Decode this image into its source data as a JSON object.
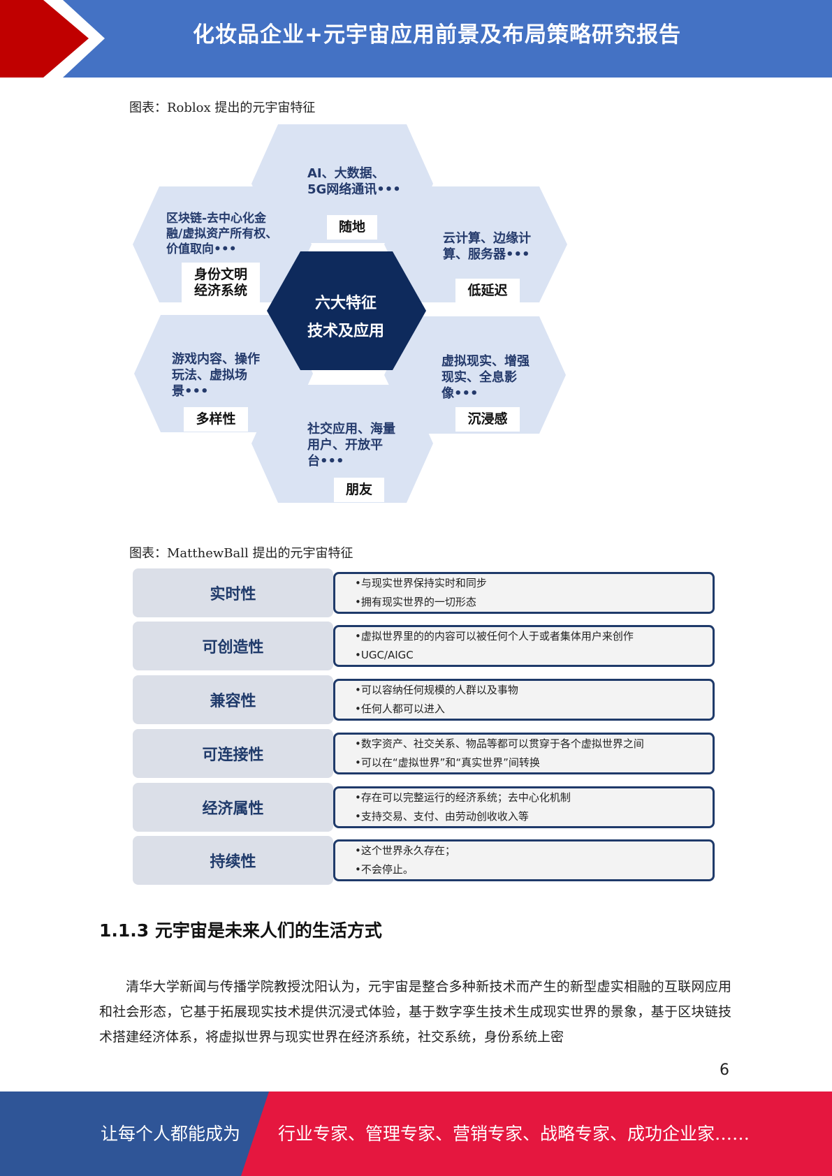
{
  "header": {
    "title": "化妆品企业+元宇宙应用前景及布局策略研究报告"
  },
  "figure1": {
    "caption": "图表：Roblox 提出的元宇宙特征",
    "center": {
      "line1": "六大特征",
      "line2": "技术及应用"
    },
    "hexes": [
      {
        "text": [
          "AI、大数据、",
          "5G网络通讯•••"
        ],
        "tag": [
          "随地"
        ]
      },
      {
        "text": [
          "云计算、边缘计",
          "算、服务器•••"
        ],
        "tag": [
          "低延迟"
        ]
      },
      {
        "text": [
          "虚拟现实、增强",
          "现实、全息影",
          "像•••"
        ],
        "tag": [
          "沉浸感"
        ]
      },
      {
        "text": [
          "社交应用、海量",
          "用户、开放平",
          "台•••"
        ],
        "tag": [
          "朋友"
        ]
      },
      {
        "text": [
          "游戏内容、操作",
          "玩法、虚拟场",
          "景•••"
        ],
        "tag": [
          "多样性"
        ]
      },
      {
        "text": [
          "区块链-去中心化金",
          "融/虚拟资产所有权、",
          "价值取向•••"
        ],
        "tag": [
          "身份文明",
          "经济系统"
        ]
      }
    ]
  },
  "figure2": {
    "caption": "图表：MatthewBall 提出的元宇宙特征",
    "rows": [
      {
        "name": "实时性",
        "lines": [
          "•与现实世界保持实时和同步",
          "•拥有现实世界的一切形态"
        ]
      },
      {
        "name": "可创造性",
        "lines": [
          "•虚拟世界里的的内容可以被任何个人于或者集体用户来创作",
          "•UGC/AIGC"
        ]
      },
      {
        "name": "兼容性",
        "lines": [
          "•可以容纳任何规模的人群以及事物",
          "•任何人都可以进入"
        ]
      },
      {
        "name": "可连接性",
        "lines": [
          "•数字资产、社交关系、物品等都可以贯穿于各个虚拟世界之间",
          "•可以在“虚拟世界”和“真实世界”间转换"
        ]
      },
      {
        "name": "经济属性",
        "lines": [
          "•存在可以完整运行的经济系统；去中心化机制",
          "•支持交易、支付、由劳动创收收入等"
        ]
      },
      {
        "name": "持续性",
        "lines": [
          "•这个世界永久存在；",
          "•不会停止。"
        ]
      }
    ]
  },
  "section": {
    "title": "1.1.3 元宇宙是未来人们的生活方式",
    "paragraph": "清华大学新闻与传播学院教授沈阳认为，元宇宙是整合多种新技术而产生的新型虚实相融的互联网应用和社会形态，它基于拓展现实技术提供沉浸式体验，基于数字孪生技术生成现实世界的景象，基于区块链技术搭建经济体系，将虚拟世界与现实世界在经济系统，社交系统，身份系统上密"
  },
  "page_number": "6",
  "footer": {
    "left": "让每个人都能成为",
    "right": "行业专家、管理专家、营销专家、战略专家、成功企业家……"
  },
  "colors": {
    "header_blue": "#4472c4",
    "brand_red": "#e5173f",
    "footer_blue": "#2f5597",
    "hex_fill": "#dae3f3",
    "center_navy": "#0e2a5c"
  }
}
